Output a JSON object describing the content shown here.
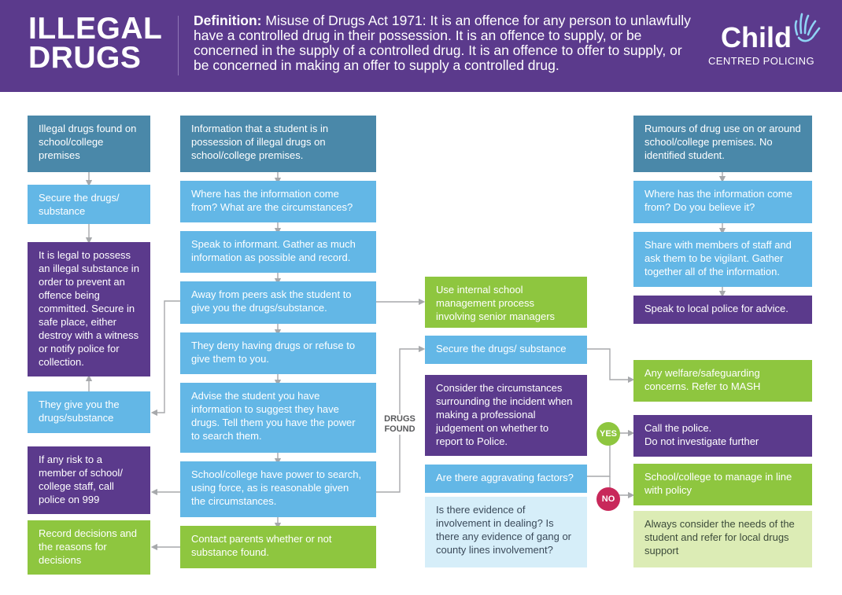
{
  "header": {
    "title_line1": "ILLEGAL",
    "title_line2": "DRUGS",
    "definition_label": "Definition:",
    "definition_text": " Misuse of Drugs Act 1971: It is an offence for any person to unlawfully have a controlled drug in their possession. It is an offence to supply, or be concerned in the supply of a controlled drug. It is an offence to offer to supply, or be concerned in making an offer to supply a controlled drug.",
    "logo_word": "Child",
    "logo_sub": "CENTRED POLICING",
    "logo_icon": "hand-icon"
  },
  "colors": {
    "purple": "#5b3a8c",
    "teal": "#4a88a9",
    "sky": "#63b7e6",
    "lime": "#8ec63f",
    "pale_sky": "#d6eef9",
    "pale_lime": "#dcecb5",
    "yes_green": "#8ec63f",
    "no_red": "#c8285a"
  },
  "left_column": {
    "found": "Illegal drugs found on school/college premises",
    "secure": "Secure the drugs/ substance",
    "legal": "It is legal to possess an illegal substance in order to prevent an offence being committed. Secure in safe place, either destroy with a witness or notify police for collection.",
    "they_give": "They give you the drugs/substance",
    "risk": "If any risk to a member of school/ college staff, call police on 999",
    "record": "Record decisions and the reasons for decisions"
  },
  "middle_column": {
    "info": "Information that a student is in possession of illegal drugs on school/college premises.",
    "where_from": "Where has the information come from? What are the circumstances?",
    "speak_informant": "Speak to informant. Gather as much information as possible and record.",
    "away_from_peers": "Away from peers ask the student to give you the drugs/substance.",
    "deny": "They deny having drugs or refuse to give them to you.",
    "advise": "Advise the student you have information to suggest they have drugs. Tell them you have the power to search them.",
    "power_search": "School/college have power to search, using force, as is reasonable given the circumstances.",
    "contact_parents": "Contact parents whether or not substance found."
  },
  "centre_column": {
    "internal_process": "Use internal school management process involving senior managers",
    "drugs_found_line1": "DRUGS",
    "drugs_found_line2": "FOUND",
    "secure2": "Secure the drugs/ substance",
    "consider": "Consider the circumstances surrounding the incident when making a professional judgement on whether to report to Police.",
    "aggravating": "Are there aggravating factors?",
    "evidence": "Is there evidence of involvement in dealing? Is there any evidence of gang or county lines involvement?"
  },
  "right_column": {
    "rumours": "Rumours of drug use on or around school/college premises. No identified student.",
    "where_believe": "Where has the information come from? Do you believe it?",
    "share": "Share with members of staff and ask them to be vigilant. Gather together all of the information.",
    "speak_police": "Speak to local police for advice.",
    "welfare": "Any welfare/safeguarding concerns. Refer to MASH",
    "yes_label": "YES",
    "call_police_line1": "Call the police.",
    "call_police_line2": "Do not investigate further",
    "no_label": "NO",
    "manage_policy": "School/college to manage in line with policy",
    "consider_needs": "Always consider the needs of the student and refer for local drugs support"
  }
}
